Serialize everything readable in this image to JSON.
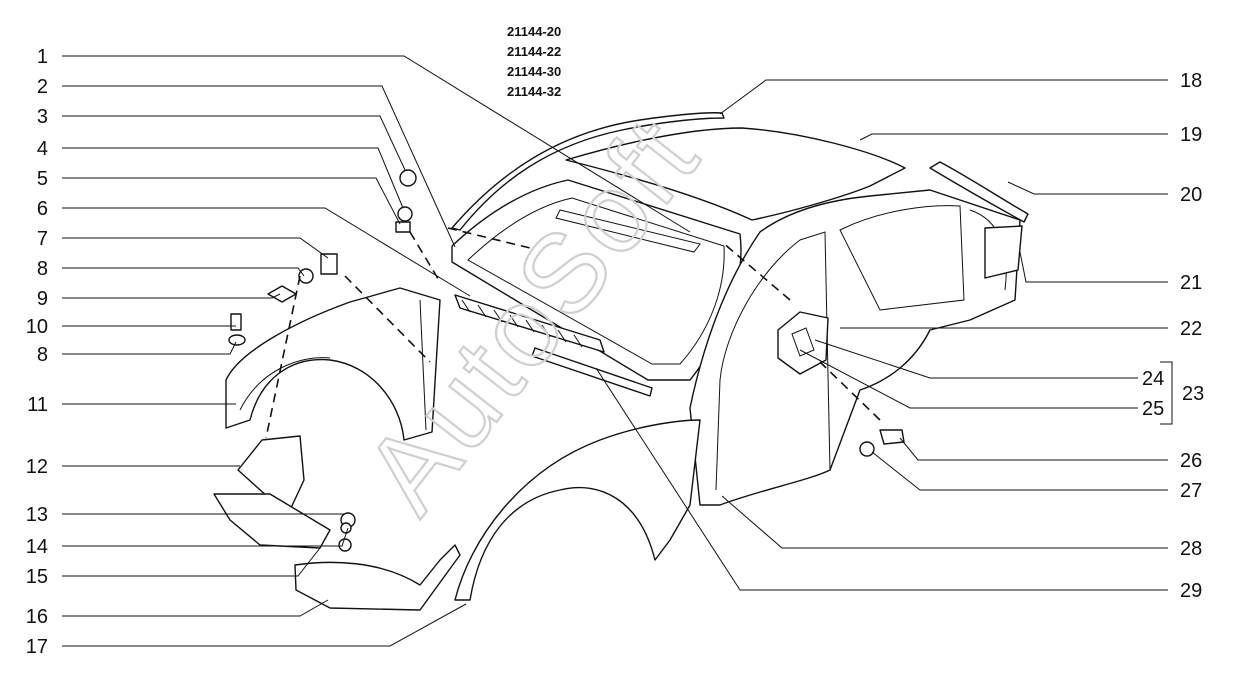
{
  "models": [
    "21144-20",
    "21144-22",
    "21144-30",
    "21144-32"
  ],
  "watermark": "AutoSoft",
  "callouts_left": [
    "1",
    "2",
    "3",
    "4",
    "5",
    "6",
    "7",
    "8",
    "9",
    "10",
    "8",
    "11",
    "12",
    "13",
    "14",
    "15",
    "16",
    "17"
  ],
  "callouts_right": [
    "18",
    "19",
    "20",
    "21",
    "22",
    "24",
    "25",
    "26",
    "27",
    "28",
    "29"
  ],
  "group_label": "23",
  "colors": {
    "line": "#111111",
    "watermark": "#cfcfcf",
    "background": "#ffffff"
  }
}
